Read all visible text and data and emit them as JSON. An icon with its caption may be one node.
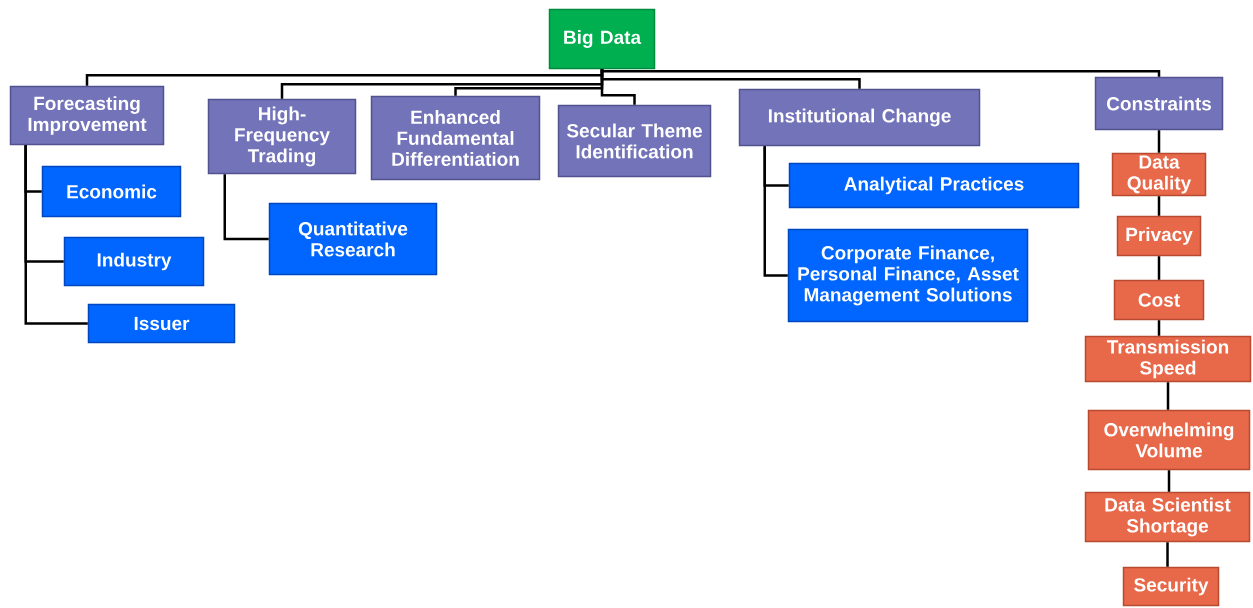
{
  "diagram": {
    "nodes": [
      {
        "text": [
          "Big Data"
        ]
      },
      {
        "text": [
          "Forecasting Improvement"
        ]
      },
      {
        "text": [
          "Economic"
        ]
      },
      {
        "text": [
          "Industry"
        ]
      },
      {
        "text": [
          "Issuer"
        ]
      },
      {
        "text": [
          "High-Frequency Trading"
        ]
      },
      {
        "text": [
          "Quantitative Research"
        ]
      },
      {
        "text": [
          "Enhanced Fundamental Differentiation"
        ]
      },
      {
        "text": [
          "Secular Theme Identification"
        ]
      },
      {
        "text": [
          "Institutional Change"
        ]
      },
      {
        "text": [
          "Analytical Practices"
        ]
      },
      {
        "text": [
          "Corporate Finance, Personal Finance, Asset Management Solutions"
        ]
      },
      {
        "text": [
          "Constraints"
        ]
      },
      {
        "text": [
          "Data Quality"
        ]
      },
      {
        "text": [
          "Privacy"
        ]
      },
      {
        "text": [
          "Cost"
        ]
      },
      {
        "text": [
          "Transmission Speed"
        ]
      },
      {
        "text": [
          "Overwhelming Volume"
        ]
      },
      {
        "text": [
          "Data Scientist Shortage"
        ]
      },
      {
        "text": [
          "Security"
        ]
      }
    ],
    "edges": [
      {
        "from": 0,
        "to": 1,
        "arrow": "none"
      },
      {
        "from": 0,
        "to": 5,
        "arrow": "none"
      },
      {
        "from": 0,
        "to": 7,
        "arrow": "none"
      },
      {
        "from": 0,
        "to": 8,
        "arrow": "none"
      },
      {
        "from": 0,
        "to": 9,
        "arrow": "none"
      },
      {
        "from": 0,
        "to": 12,
        "arrow": "none"
      },
      {
        "from": 1,
        "to": 2,
        "arrow": "none"
      },
      {
        "from": 1,
        "to": 3,
        "arrow": "none"
      },
      {
        "from": 1,
        "to": 4,
        "arrow": "none"
      },
      {
        "from": 5,
        "to": 6,
        "arrow": "none"
      },
      {
        "from": 9,
        "to": 10,
        "arrow": "none"
      },
      {
        "from": 9,
        "to": 11,
        "arrow": "none"
      },
      {
        "from": 12,
        "to": 13,
        "arrow": "none"
      },
      {
        "from": 13,
        "to": 14,
        "arrow": "none"
      },
      {
        "from": 14,
        "to": 15,
        "arrow": "none"
      },
      {
        "from": 15,
        "to": 16,
        "arrow": "none"
      },
      {
        "from": 16,
        "to": 17,
        "arrow": "none"
      },
      {
        "from": 17,
        "to": 18,
        "arrow": "none"
      },
      {
        "from": 18,
        "to": 19,
        "arrow": "none"
      }
    ]
  }
}
